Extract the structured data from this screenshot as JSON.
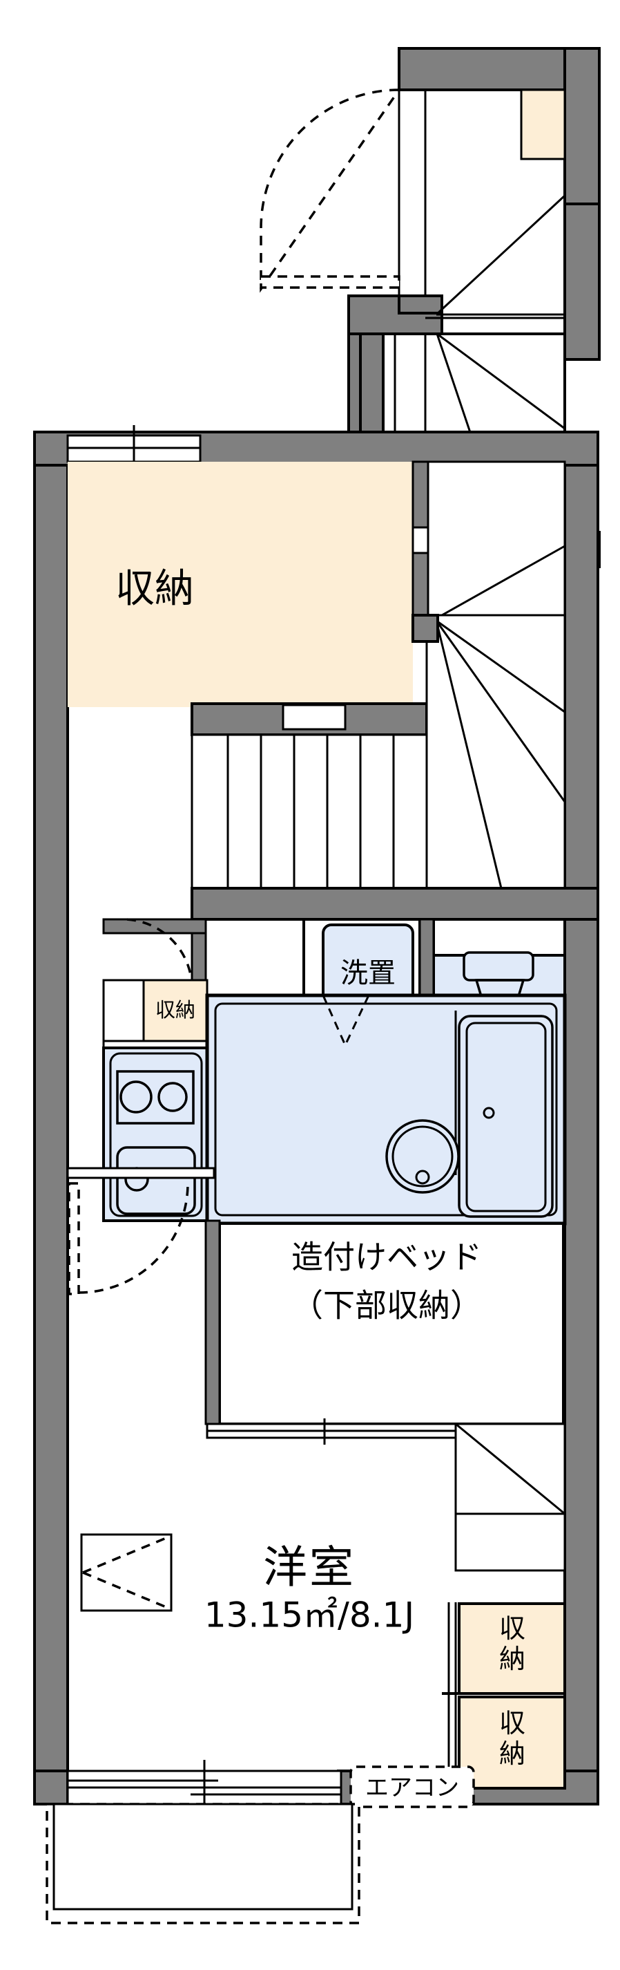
{
  "plan": {
    "type": "japanese-apartment-floorplan",
    "unit_layout": "1K with loft / maisonette entrance",
    "colors": {
      "wall_fill": "#808080",
      "wall_stroke": "#000000",
      "storage_fill": "#fdeed6",
      "water_fill": "#e0eaf9",
      "background": "#ffffff",
      "line": "#000000"
    },
    "sections": {
      "upper": {
        "name": "entrance-and-stair-upper",
        "label": ""
      },
      "lower": {
        "name": "main-dwelling-floor",
        "label": ""
      }
    }
  },
  "labels": {
    "storage_main": "収納",
    "storage_kitchen": "収納",
    "storage_right_upper": "収納",
    "storage_right_lower": "収納",
    "washer": "洗置",
    "built_in_bed_line1": "造付けベッド",
    "built_in_bed_line2": "（下部収納）",
    "room_name": "洋室",
    "room_area": "13.15㎡/8.1J",
    "aircon": "エアコン"
  },
  "room_stats": {
    "room_name": "洋室",
    "area_sqm": "13.15㎡",
    "area_jo": "8.1J",
    "area_combined": "13.15㎡/8.1J"
  },
  "fixtures": [
    {
      "name": "toilet",
      "label": "",
      "kind": "water"
    },
    {
      "name": "bathtub",
      "label": "",
      "kind": "water"
    },
    {
      "name": "bath-sink",
      "label": "",
      "kind": "water"
    },
    {
      "name": "kitchen-sink",
      "label": "",
      "kind": "water"
    },
    {
      "name": "gas-stove-two-burner",
      "label": "",
      "kind": "water"
    },
    {
      "name": "washing-machine-space",
      "label": "洗置",
      "kind": "water"
    },
    {
      "name": "staircase-upper",
      "label": "",
      "kind": "stair"
    },
    {
      "name": "staircase-lower",
      "label": "",
      "kind": "stair"
    },
    {
      "name": "balcony-window",
      "label": "",
      "kind": "opening"
    },
    {
      "name": "entrance-door",
      "label": "",
      "kind": "door"
    }
  ]
}
